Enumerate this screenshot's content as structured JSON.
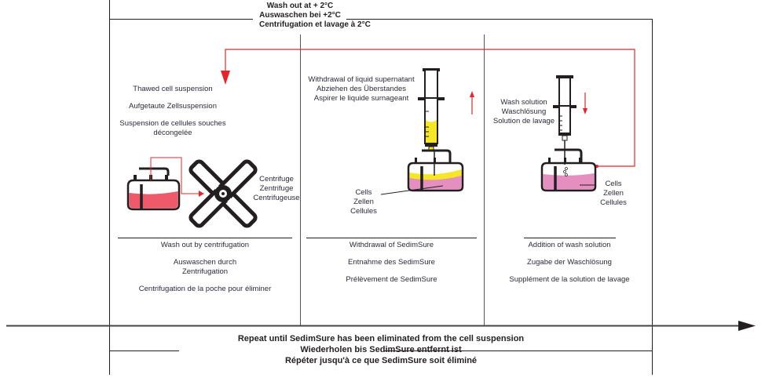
{
  "header": {
    "lines": [
      "Wash out at + 2°C",
      "Auswaschen bei +2°C",
      "Centrifugation et lavage à 2°C"
    ]
  },
  "steps": [
    {
      "top_label": [
        "Thawed cell suspension",
        "Aufgetaute Zellsuspension",
        "Suspension de cellules souches",
        "décongelée"
      ],
      "device_label": [
        "Centrifuge",
        "Zentrifuge",
        "Centrifugeuse"
      ],
      "caption": [
        "Wash out by centrifugation",
        "Auswaschen durch",
        "Zentrifugation",
        "Centrifugation de la poche pour éliminer"
      ]
    },
    {
      "top_label": [
        "Withdrawal of liquid supernatant",
        "Abziehen des Überstandes",
        "Aspirer le liquide surnageant"
      ],
      "cells_label": [
        "Cells",
        "Zellen",
        "Cellules"
      ],
      "caption": [
        "Withdrawal of SedimSure",
        "Entnahme des SedimSure",
        "Prélèvement de SedimSure"
      ]
    },
    {
      "top_label": [
        "Wash solution",
        "Waschlösung",
        "Solution de lavage"
      ],
      "cells_label": [
        "Cells",
        "Zellen",
        "Cellules"
      ],
      "caption": [
        "Addition of wash solution",
        "Zugabe der Waschlösung",
        "Supplément de la solution de lavage"
      ]
    }
  ],
  "footer": {
    "lines": [
      "Repeat until SedimSure has been eliminated from the cell suspension",
      "Wiederholen bis SedimSure entfernt ist",
      "Répéter jusqu'à ce que SedimSure soit éliminé"
    ]
  },
  "colors": {
    "red": "#e8242a",
    "blood": "#ee5a6a",
    "pink": "#e58fc0",
    "yellow": "#f5e626",
    "line": "#231f20"
  }
}
